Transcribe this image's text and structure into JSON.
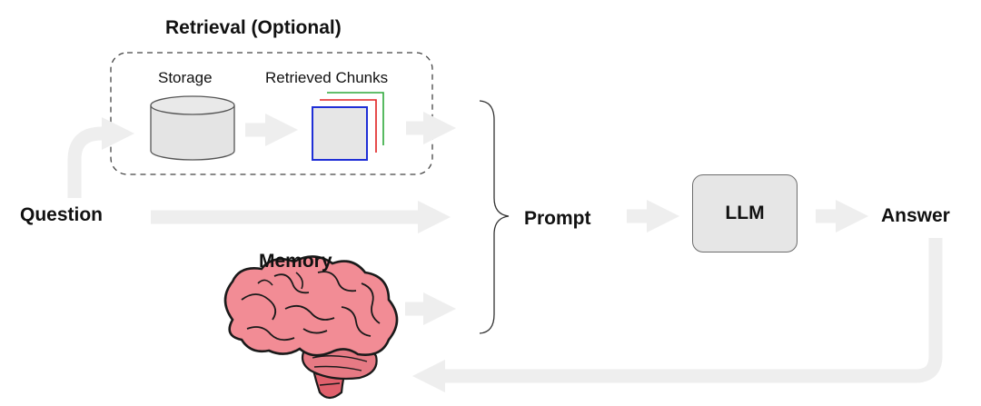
{
  "diagram": {
    "retrieval_title": "Retrieval (Optional)",
    "storage_label": "Storage",
    "chunks_label": "Retrieved Chunks",
    "question_label": "Question",
    "memory_label": "Memory",
    "prompt_label": "Prompt",
    "llm_label": "LLM",
    "answer_label": "Answer"
  },
  "colors": {
    "arrow": "#eeeeee",
    "brain_fill": "#f28c95",
    "brain_outline": "#1a1a1a",
    "brain_stem": "#e0606c",
    "chunk_front": "#1f2fd6",
    "chunk_mid": "#e02020",
    "chunk_back": "#2fa83a",
    "box_fill": "#e6e6e6"
  }
}
